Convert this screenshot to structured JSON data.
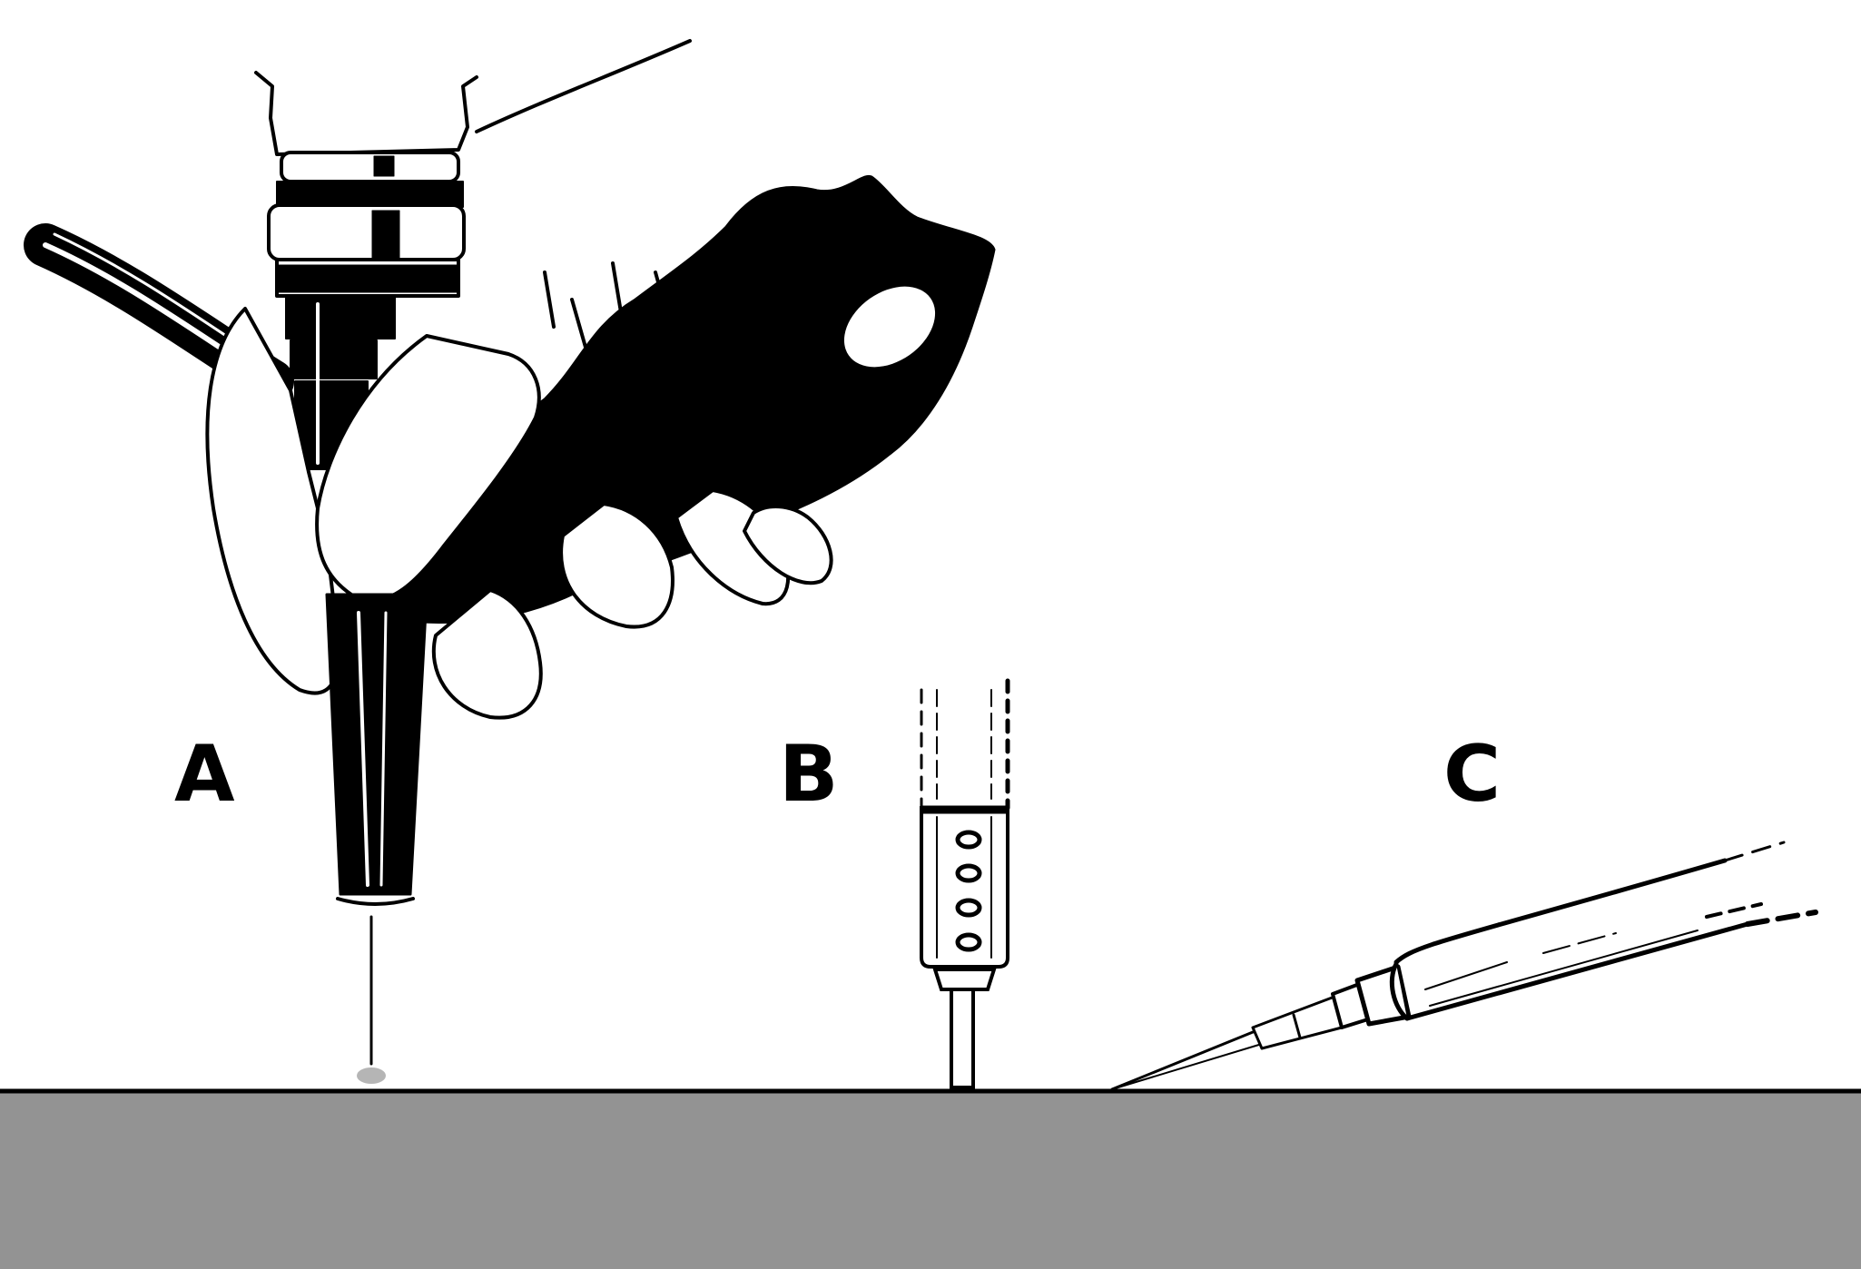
{
  "panels": [
    {
      "id": "A",
      "label": "A"
    },
    {
      "id": "B",
      "label": "B"
    },
    {
      "id": "C",
      "label": "C"
    }
  ],
  "colors": {
    "ink": "#000000",
    "paper": "#ffffff",
    "surface": "#939393",
    "contact_glow": "#b5b5b5"
  }
}
